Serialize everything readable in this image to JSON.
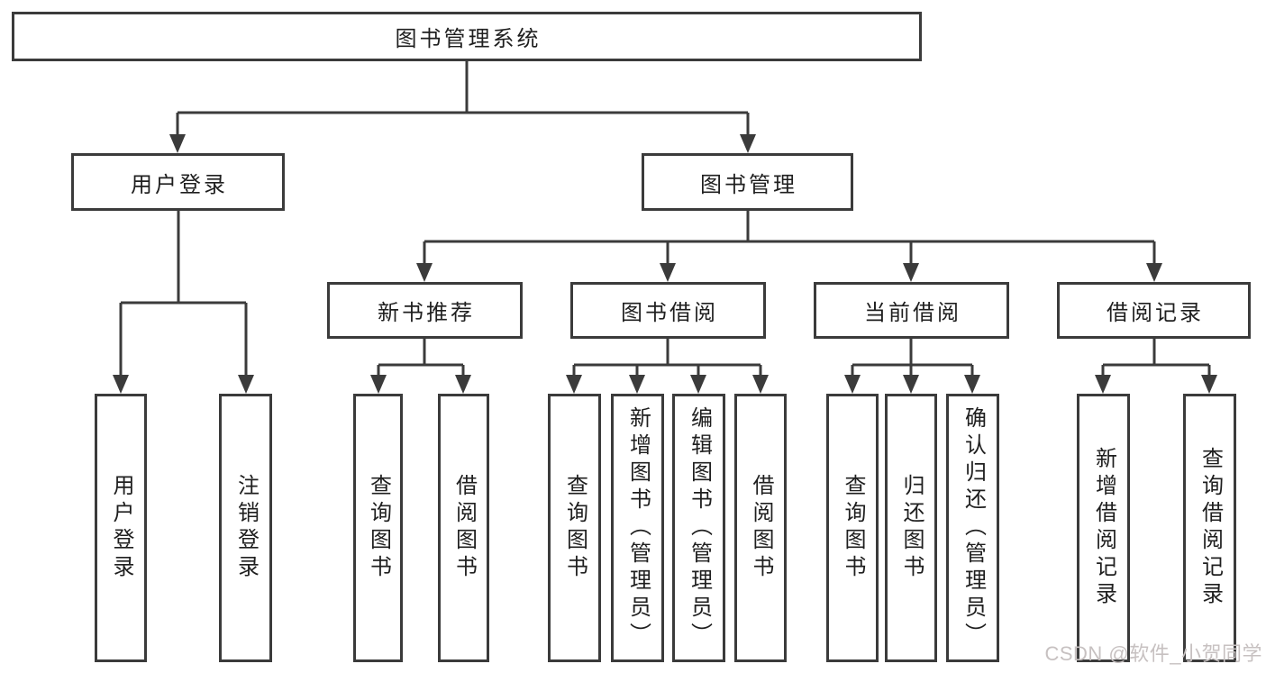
{
  "diagram": {
    "root": "图书管理系统",
    "branches": [
      "用户登录",
      "图书管理"
    ],
    "sections": [
      "新书推荐",
      "图书借阅",
      "当前借阅",
      "借阅记录"
    ],
    "leaves": {
      "user_login": [
        "用户登录",
        "注销登录"
      ],
      "new_book_recommend": [
        "查询图书",
        "借阅图书"
      ],
      "book_borrowing": [
        "查询图书",
        "新增图书（管理员）",
        "编辑图书（管理员）",
        "借阅图书"
      ],
      "current_borrowing": [
        "查询图书",
        "归还图书",
        "确认归还（管理员）"
      ],
      "borrowing_records": [
        "新增借阅记录",
        "查询借阅记录"
      ]
    }
  },
  "watermark": "CSDN @软件_小贺同学",
  "colors": {
    "line": "#3b3b3b",
    "text": "#1f1f1f",
    "watermark": "#c7c1c1",
    "background": "#ffffff"
  }
}
